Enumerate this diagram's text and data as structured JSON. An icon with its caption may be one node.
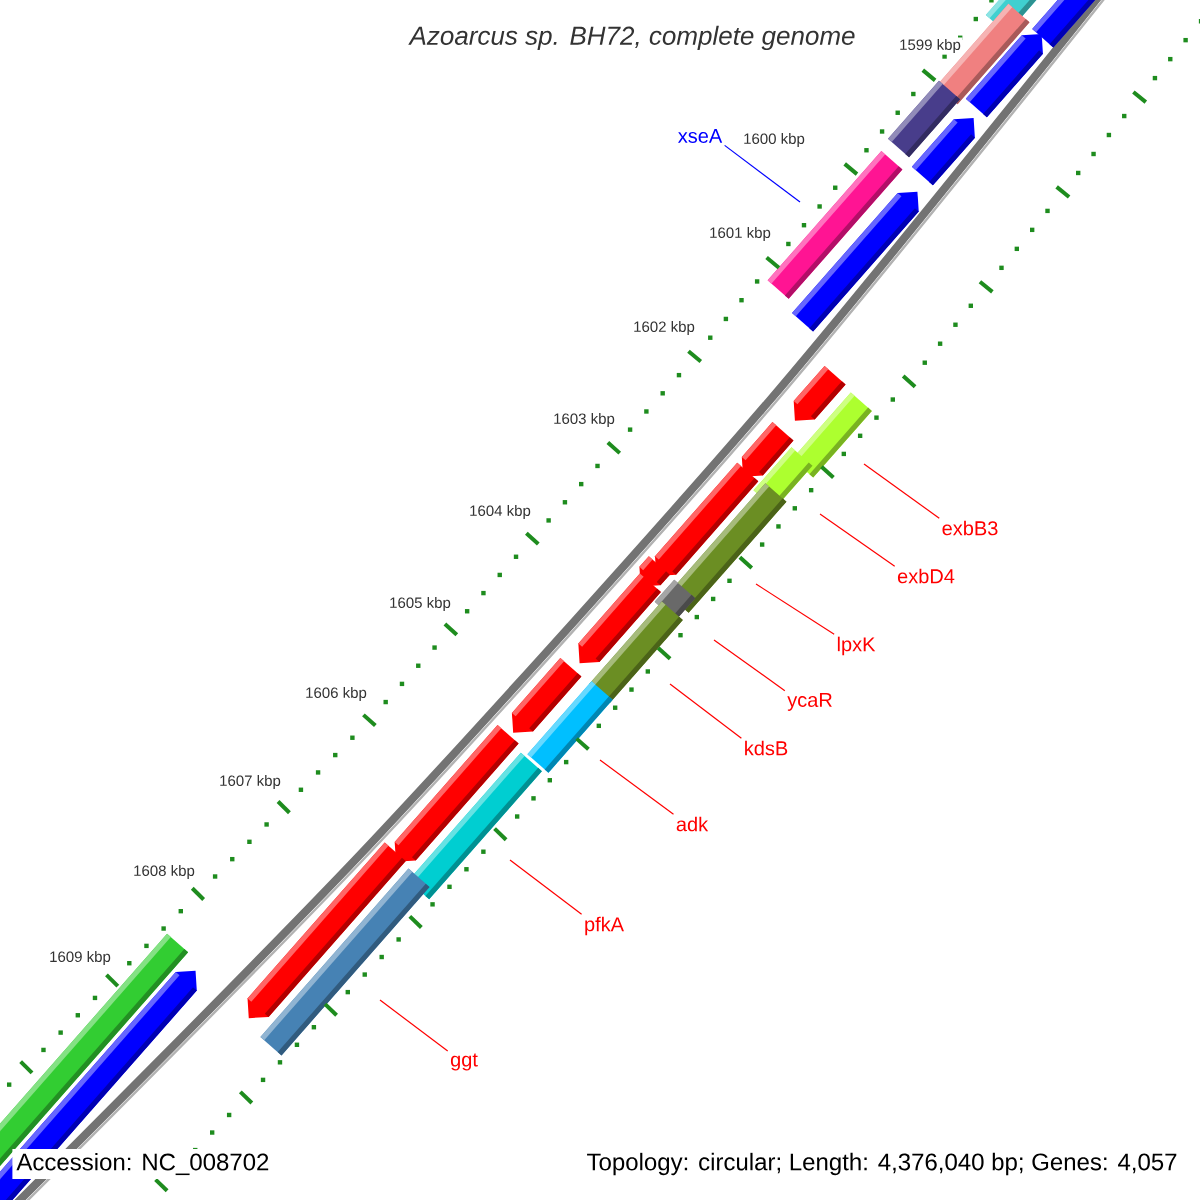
{
  "diagram": {
    "title": "Azoarcus sp. BH72, complete genome",
    "nodes": [
      {
        "text": [
          "xseA"
        ]
      },
      {
        "text": [
          "exbB3"
        ]
      },
      {
        "text": [
          "exbD4"
        ]
      },
      {
        "text": [
          "lpxK"
        ]
      },
      {
        "text": [
          "ycaR"
        ]
      },
      {
        "text": [
          "kdsB"
        ]
      },
      {
        "text": [
          "adk"
        ]
      },
      {
        "text": [
          "pfkA"
        ]
      },
      {
        "text": [
          "ggt"
        ]
      }
    ],
    "edges": [
      {
        "from": 0,
        "to": null,
        "arrow": "none",
        "color": "#0000ff"
      },
      {
        "from": 1,
        "to": null,
        "arrow": "none"
      },
      {
        "from": 2,
        "to": null,
        "arrow": "none"
      },
      {
        "from": 3,
        "to": null,
        "arrow": "none"
      },
      {
        "from": 4,
        "to": null,
        "arrow": "none"
      },
      {
        "from": 5,
        "to": null,
        "arrow": "none"
      },
      {
        "from": 6,
        "to": null,
        "arrow": "none"
      },
      {
        "from": 7,
        "to": null,
        "arrow": "none"
      },
      {
        "from": 8,
        "to": null,
        "arrow": "none"
      }
    ],
    "labels": [
      "1599 kbp",
      "1600 kbp",
      "1601 kbp",
      "1602 kbp",
      "1603 kbp",
      "1604 kbp",
      "1605 kbp",
      "1606 kbp",
      "1607 kbp",
      "1608 kbp",
      "1609 kbp",
      "Accession: NC_008702",
      "Topology: circular; Length: 4,376,040 bp; Genes: 4,057"
    ]
  }
}
